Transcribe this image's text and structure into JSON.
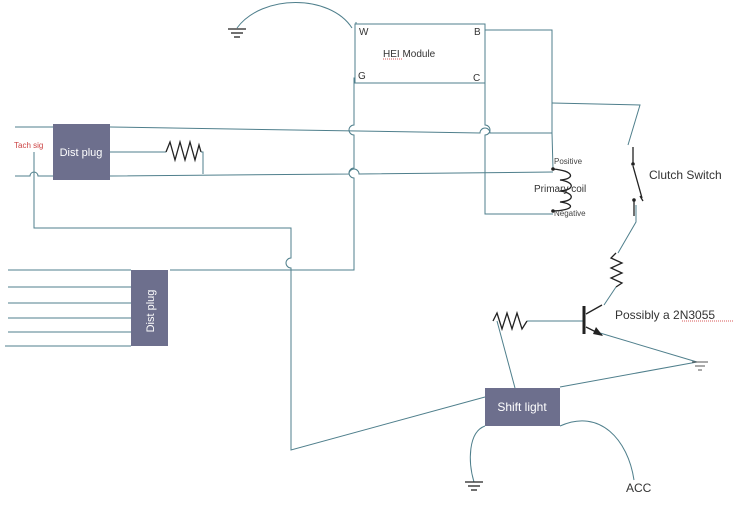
{
  "labels": {
    "hei_module": "HEI Module",
    "pin_w": "W",
    "pin_b": "B",
    "pin_g": "G",
    "pin_c": "C",
    "tach_sig": "Tach sig",
    "dist_plug_top": "Dist plug",
    "dist_plug_side": "Dist plug",
    "primary_coil": "Primary coil",
    "positive": "Positive",
    "negative": "Negative",
    "clutch_switch": "Clutch Switch",
    "transistor": "Possibly a 2N3055",
    "shift_light": "Shift light",
    "acc": "ACC"
  },
  "colors": {
    "wire": "#4f7f8c",
    "ink": "#222222",
    "component_box": "#6d6f8d",
    "annotation_underline": "#cc2222"
  },
  "icons": [
    "ground-icon",
    "resistor-icon",
    "coil-icon",
    "switch-icon",
    "transistor-icon"
  ]
}
